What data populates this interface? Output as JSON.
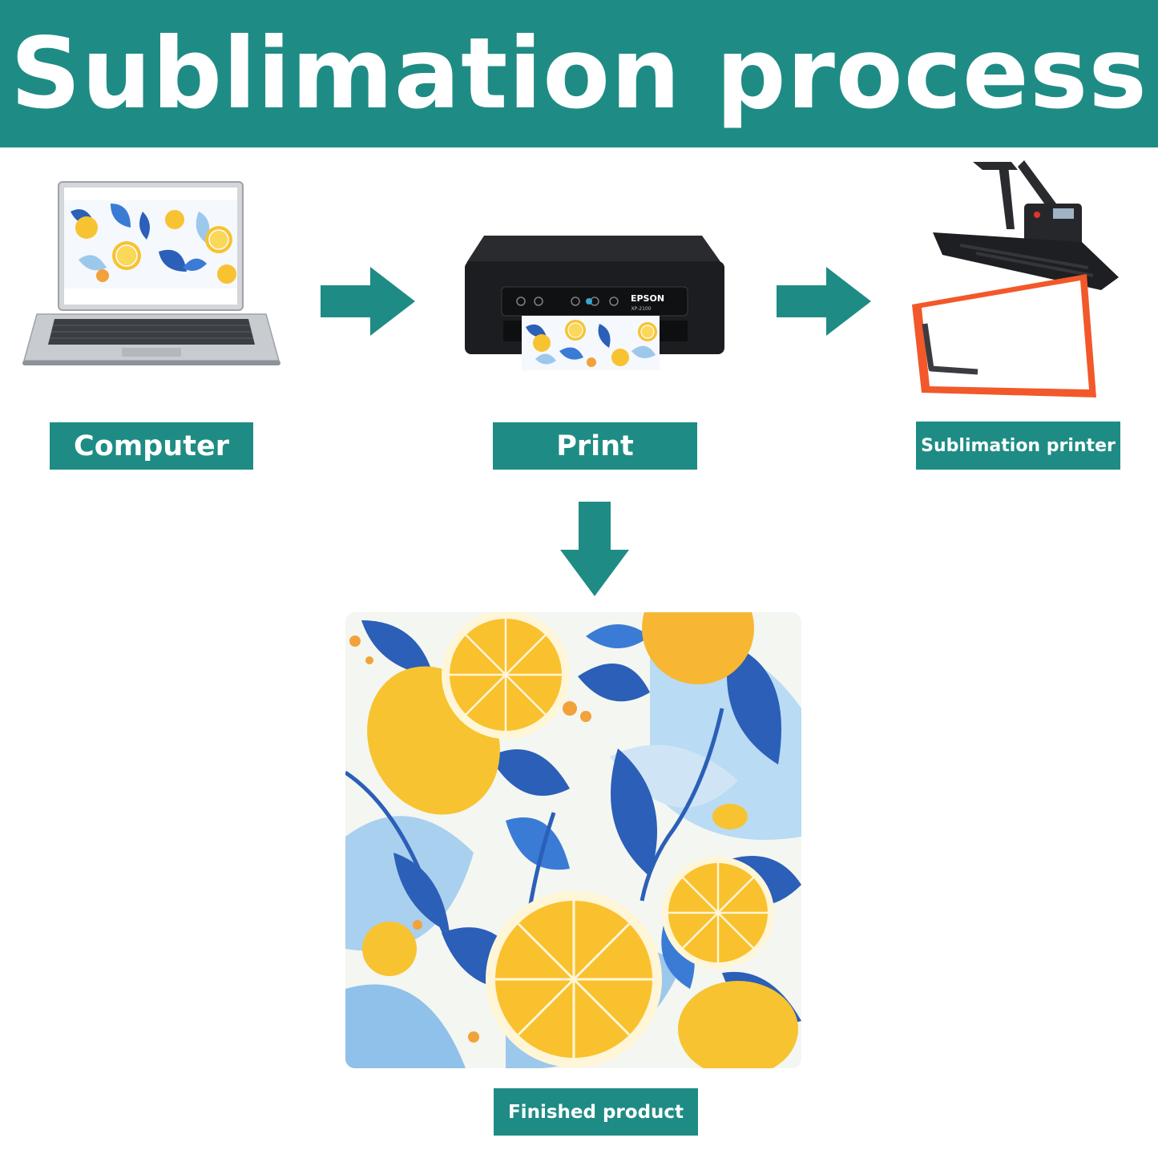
{
  "title": "Sublimation process",
  "steps": [
    {
      "label": "Computer"
    },
    {
      "label": "Print"
    },
    {
      "label": "Sublimation printer"
    },
    {
      "label": "Finished product"
    }
  ],
  "printer": {
    "brand": "EPSON",
    "model": "XP-2100"
  },
  "colors": {
    "accent": "#1e8c84",
    "lemon": "#f7c331",
    "leaf_blue": "#2b5fb8",
    "sky_blue": "#9cc8ec",
    "press_orange": "#f2582a"
  }
}
